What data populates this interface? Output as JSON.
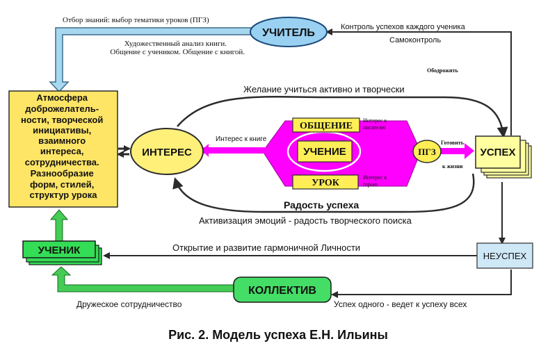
{
  "nodes": {
    "teacher": "УЧИТЕЛЬ",
    "atmosphere": [
      "Атмосфера",
      "доброжелатель-",
      "ности, творческой",
      "инициативы,",
      "взаимного",
      "интереса,",
      "сотрудничества.",
      "Разнообразие",
      "форм, стилей,",
      "структур урока"
    ],
    "interest": "ИНТЕРЕС",
    "communication": "ОБЩЕНИЕ",
    "learning": "УЧЕНИЕ",
    "lesson": "УРОК",
    "pgz": "ПГЗ",
    "success": "УСПЕХ",
    "student": "УЧЕНИК",
    "collective": "КОЛЛЕКТИВ",
    "failure": "НЕУСПЕХ"
  },
  "labels": {
    "knowledge_selection": "Отбор знаний: выбор тематики уроков (ПГЗ)",
    "book_analysis": "Художественный анализ книги.",
    "communication_types": "Общение с учеником. Общение с книгой.",
    "success_control": "Контроль успехов каждого ученика",
    "self_control": "Самоконтроль",
    "encourage": "Ободрожить",
    "desire": "Желание учиться активно и творчески",
    "interest_book": "Интерес к книге",
    "interest_writer": [
      "Интерес к",
      "писателю"
    ],
    "interest_hero": [
      "Интерес к",
      "герою"
    ],
    "prepare": "Готовить",
    "to_life": "к жизни",
    "joy": "Радость успеха",
    "activation": "Активизация эмоций  -  радость творческого поиска",
    "personality": "Открытие и развитие гармоничной Личности",
    "friendly": "Дружеское сотрудничество",
    "one_success": "Успех одного  -  ведет к успеху всех"
  },
  "caption": "Рис. 2. Модель успеха Е.Н. Ильины",
  "colors": {
    "teacher_fill": "#9ad1f2",
    "atmosphere_fill": "#ffe566",
    "interest_fill": "#fff07a",
    "magenta": "#ff00ff",
    "box_yellow": "#ffee55",
    "success_fill": "#ffffa0",
    "student_fill": "#33dd55",
    "collective_fill": "#44dd66",
    "failure_fill": "#cfe8f8",
    "line_dark": "#2b2b2b",
    "light_blue_arrow": "#a8d8f0",
    "green_arrow": "#44cc55"
  }
}
